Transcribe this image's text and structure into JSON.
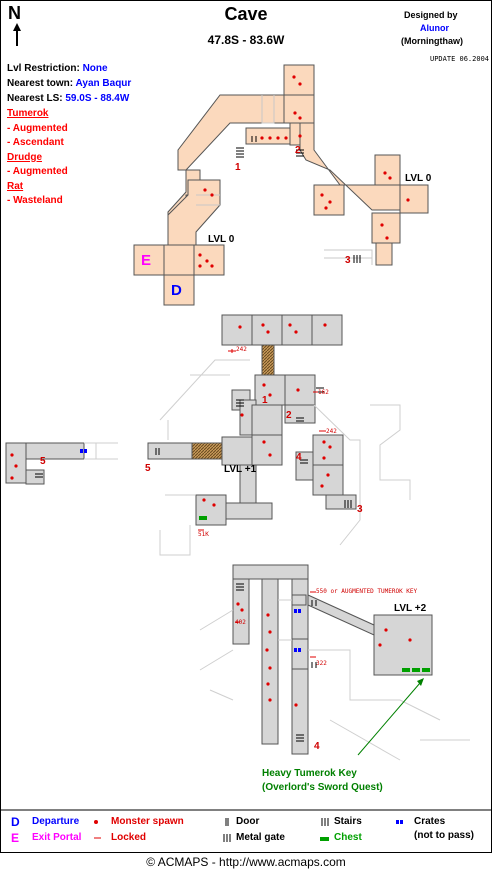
{
  "header": {
    "compass": "N",
    "title": "Cave",
    "coords": "47.8S - 83.6W",
    "designed_by": "Designed by",
    "author": "Alunor",
    "author_server": "(Morningthaw)",
    "update": "UPDATE 06.2004"
  },
  "info": {
    "lvl_restriction_label": "Lvl Restriction:",
    "lvl_restriction_value": "None",
    "nearest_town_label": "Nearest town:",
    "nearest_town_value": "Ayan Baqur",
    "nearest_ls_label": "Nearest LS:",
    "nearest_ls_value": "59.0S - 88.4W"
  },
  "monsters": [
    {
      "name": "Tumerok",
      "variants": [
        "- Augmented",
        "- Ascendant"
      ]
    },
    {
      "name": "Drudge",
      "variants": [
        "- Augmented"
      ]
    },
    {
      "name": "Rat",
      "variants": [
        "- Wasteland"
      ]
    }
  ],
  "map": {
    "level0_label_a": "LVL 0",
    "level0_label_b": "LVL 0",
    "level1_label": "LVL +1",
    "level2_label": "LVL +2",
    "departure_marker": "D",
    "exit_marker": "E",
    "stair_numbers": [
      "1",
      "2",
      "3",
      "2",
      "4",
      "3",
      "1",
      "5",
      "5",
      "4"
    ],
    "lock_labels": [
      "242",
      "162",
      "242",
      "51K",
      "550  or AUGMENTED TUMEROK KEY",
      "402",
      "322"
    ],
    "quest_key": "Heavy Tumerok Key",
    "quest_name": "(Overlord's Sword Quest)"
  },
  "legend": {
    "departure_letter": "D",
    "departure": "Departure",
    "exit_letter": "E",
    "exit": "Exit Portal",
    "monster_spawn": "Monster spawn",
    "locked": "Locked",
    "door": "Door",
    "metal_gate": "Metal gate",
    "stairs": "Stairs",
    "chest": "Chest",
    "crates": "Crates",
    "crates_note": "(not to pass)"
  },
  "footer": "© ACMAPS - http://www.acmaps.com",
  "colors": {
    "title_red": "#ff0000",
    "value_blue": "#0000ff",
    "sand": "#fbd9bd",
    "grey": "#d6d6d6",
    "quest_green": "#008000",
    "exit_magenta": "#ff00ff"
  }
}
